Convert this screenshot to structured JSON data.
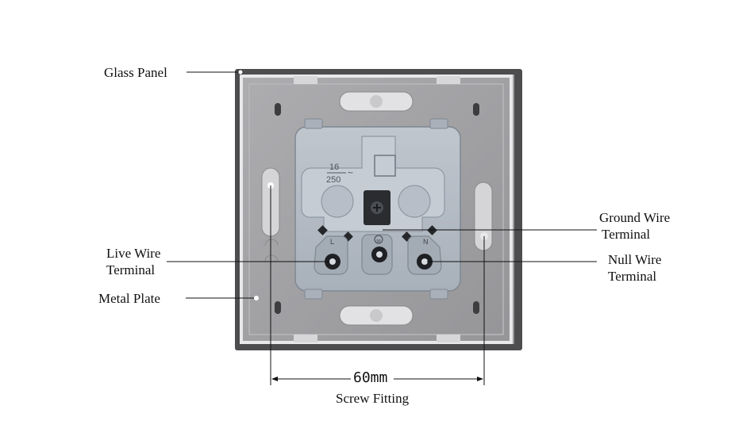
{
  "labels": {
    "glass_panel": "Glass Panel",
    "live_wire_line1": "Live Wire",
    "live_wire_line2": "Terminal",
    "metal_plate": "Metal Plate",
    "ground_wire_line1": "Ground Wire",
    "ground_wire_line2": "Terminal",
    "null_wire_line1": "Null Wire",
    "null_wire_line2": "Terminal",
    "dimension": "60mm",
    "screw_fitting": "Screw Fitting"
  },
  "marks": {
    "rating_top": "16",
    "rating_bottom": "250",
    "rating_symbol": "~",
    "terminal_live": "L",
    "terminal_null": "N"
  },
  "colors": {
    "glass_panel": "#4d4d4f",
    "metal_plate": "#a2a2a4",
    "socket_body": "#b3bac3",
    "socket_shade": "#8f98a3",
    "leader_line": "#111111"
  }
}
